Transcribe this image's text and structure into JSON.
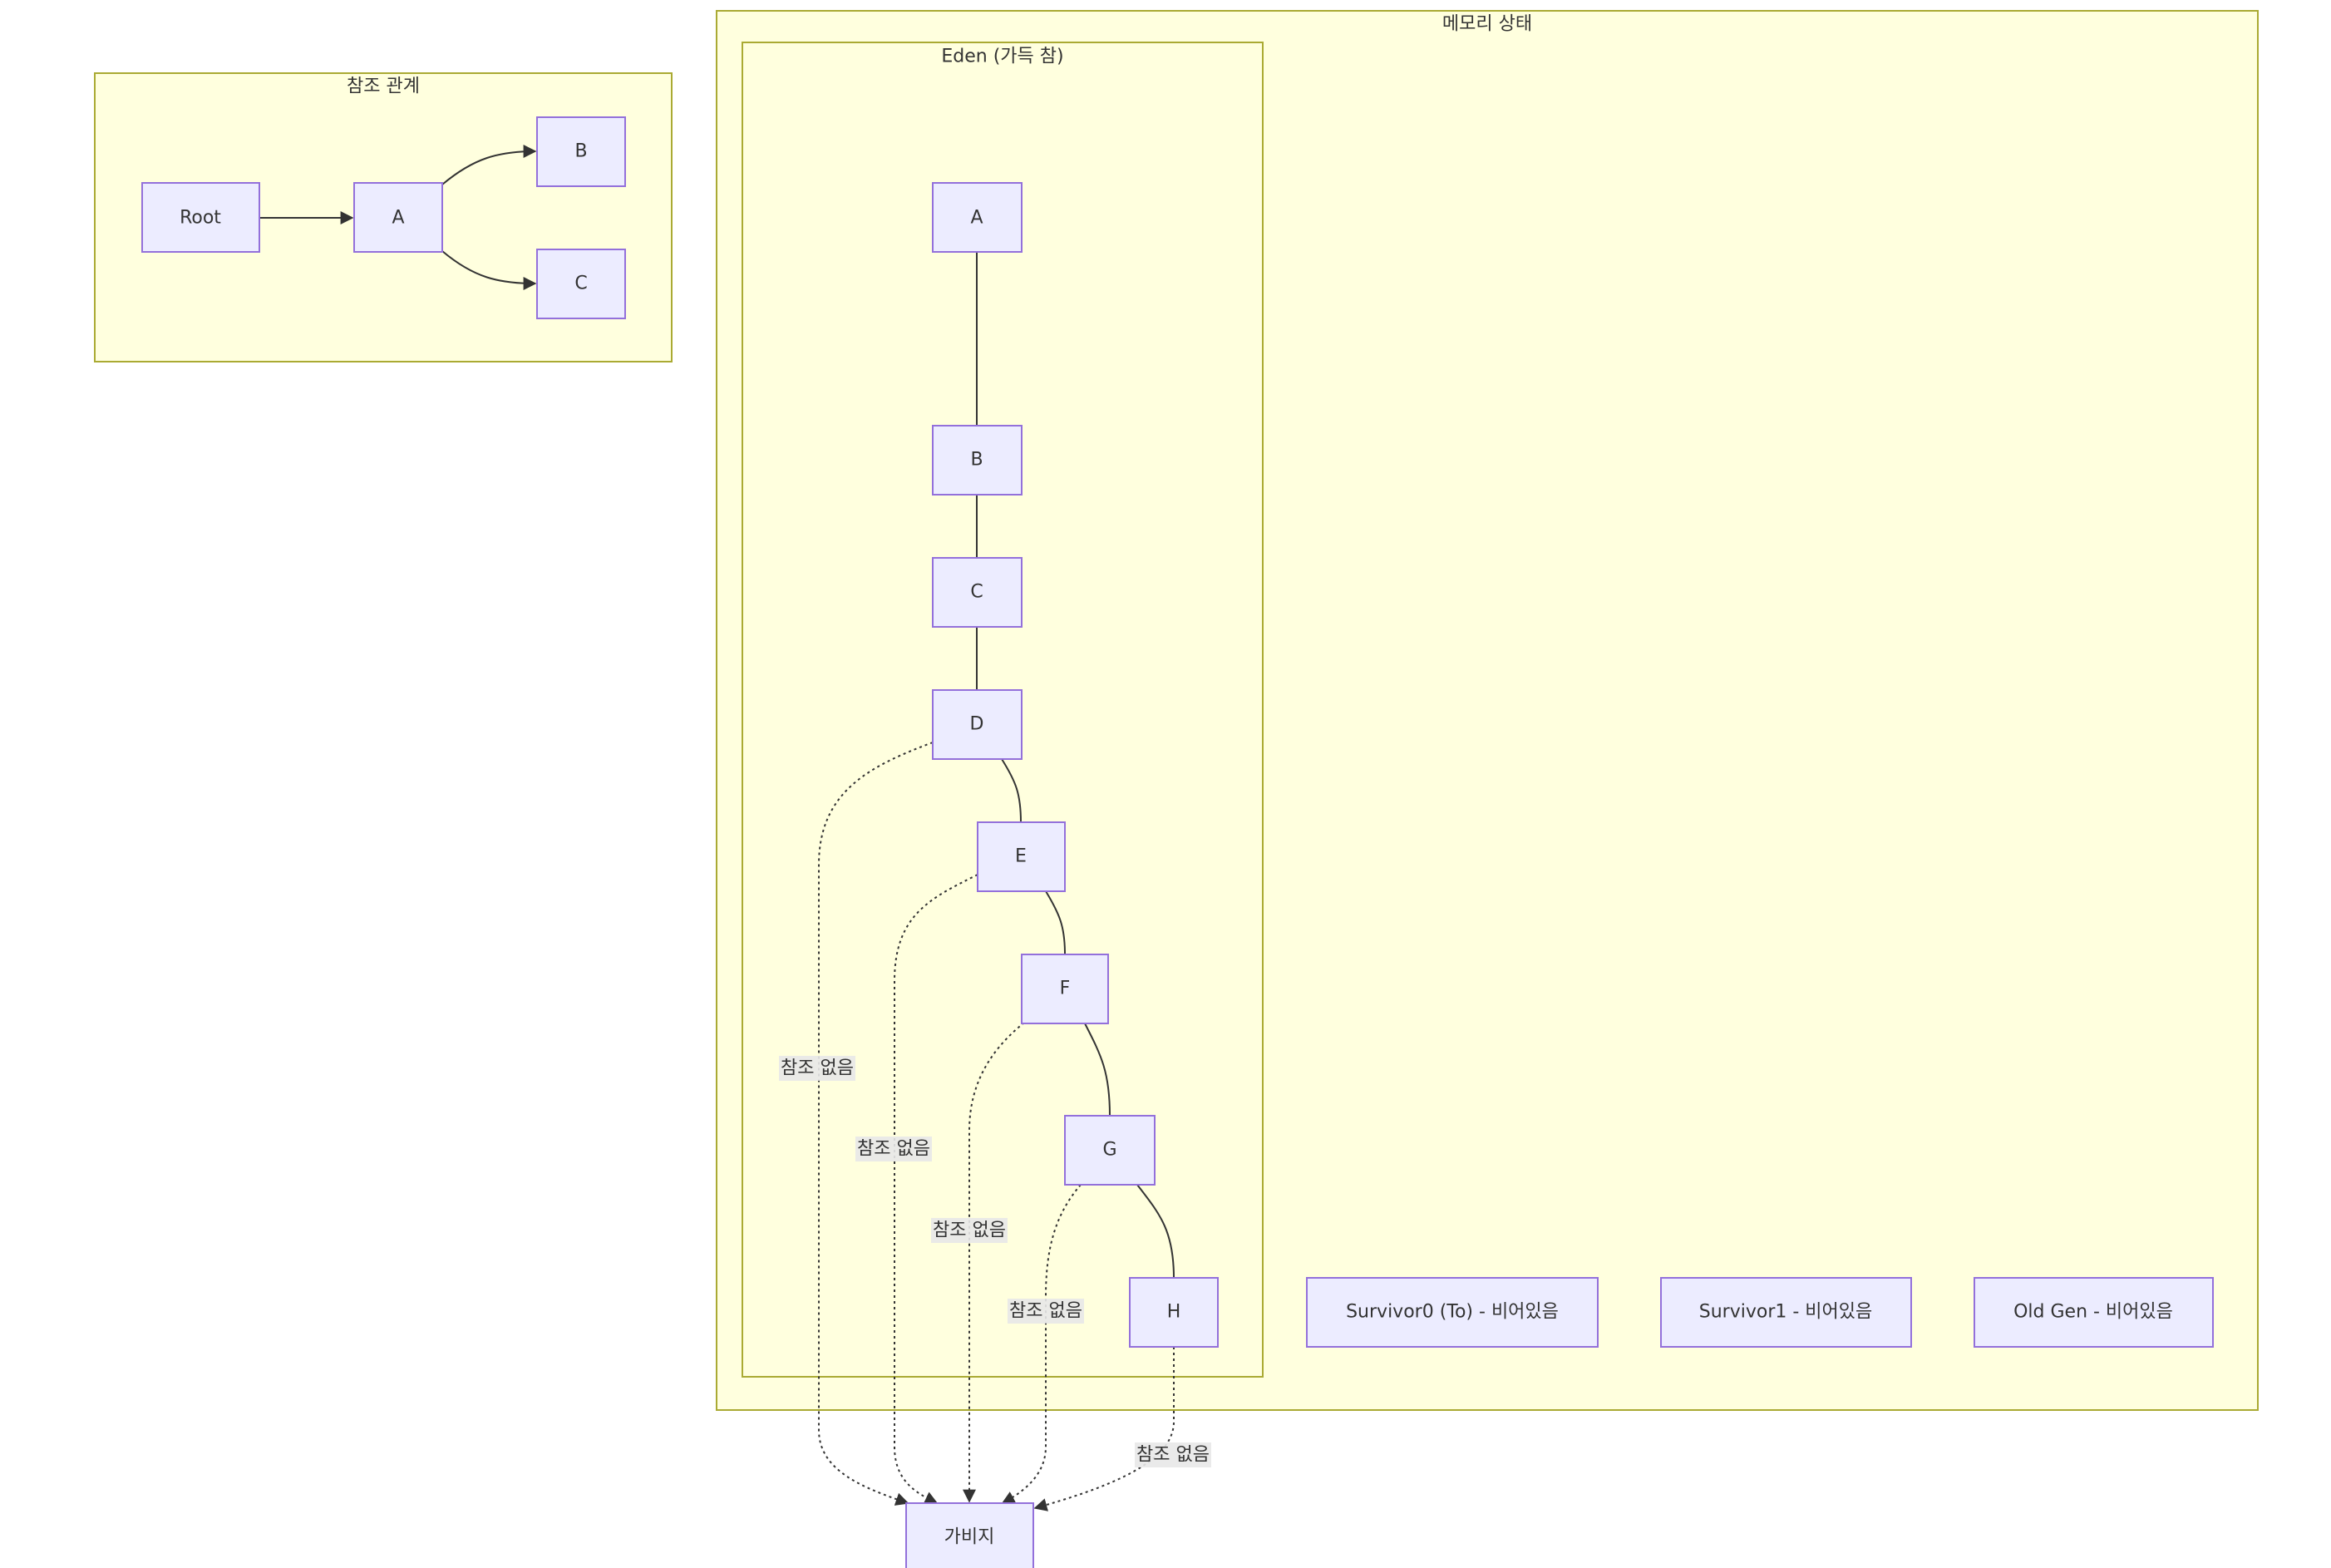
{
  "clusters": {
    "reference": {
      "title": "참조 관계"
    },
    "memory": {
      "title": "메모리 상태"
    },
    "eden": {
      "title": "Eden (가득 참)"
    }
  },
  "reference_nodes": {
    "root": "Root",
    "a": "A",
    "b": "B",
    "c": "C"
  },
  "eden_nodes": {
    "a": "A",
    "b": "B",
    "c": "C",
    "d": "D",
    "e": "E",
    "f": "F",
    "g": "G",
    "h": "H"
  },
  "memory_nodes": {
    "survivor0": "Survivor0 (To) - 비어있음",
    "survivor1": "Survivor1 - 비어있음",
    "old_gen": "Old Gen - 비어있음"
  },
  "garbage_node": "가비지",
  "edge_labels": {
    "d_to_garbage": "참조 없음",
    "e_to_garbage": "참조 없음",
    "f_to_garbage": "참조 없음",
    "g_to_garbage": "참조 없음",
    "h_to_garbage": "참조 없음"
  },
  "edges": [
    {
      "from": "Root",
      "to": "A",
      "style": "solid-arrow"
    },
    {
      "from": "A",
      "to": "B",
      "style": "solid-arrow"
    },
    {
      "from": "A",
      "to": "C",
      "style": "solid-arrow"
    },
    {
      "from": "Eden A",
      "to": "Eden B",
      "style": "solid-line"
    },
    {
      "from": "Eden B",
      "to": "Eden C",
      "style": "solid-line"
    },
    {
      "from": "Eden C",
      "to": "Eden D",
      "style": "solid-line"
    },
    {
      "from": "Eden D",
      "to": "Eden E",
      "style": "solid-line"
    },
    {
      "from": "Eden E",
      "to": "Eden F",
      "style": "solid-line"
    },
    {
      "from": "Eden F",
      "to": "Eden G",
      "style": "solid-line"
    },
    {
      "from": "Eden G",
      "to": "Eden H",
      "style": "solid-line"
    },
    {
      "from": "Eden D",
      "to": "가비지",
      "style": "dotted-arrow",
      "label": "참조 없음"
    },
    {
      "from": "Eden E",
      "to": "가비지",
      "style": "dotted-arrow",
      "label": "참조 없음"
    },
    {
      "from": "Eden F",
      "to": "가비지",
      "style": "dotted-arrow",
      "label": "참조 없음"
    },
    {
      "from": "Eden G",
      "to": "가비지",
      "style": "dotted-arrow",
      "label": "참조 없음"
    },
    {
      "from": "Eden H",
      "to": "가비지",
      "style": "dotted-arrow",
      "label": "참조 없음"
    }
  ],
  "colors": {
    "cluster_fill": "#FFFFDE",
    "cluster_stroke": "#AAAA33",
    "node_fill": "#ECECFF",
    "node_stroke": "#9370DB",
    "edge": "#333333",
    "label_bg": "#E8E8E8"
  }
}
